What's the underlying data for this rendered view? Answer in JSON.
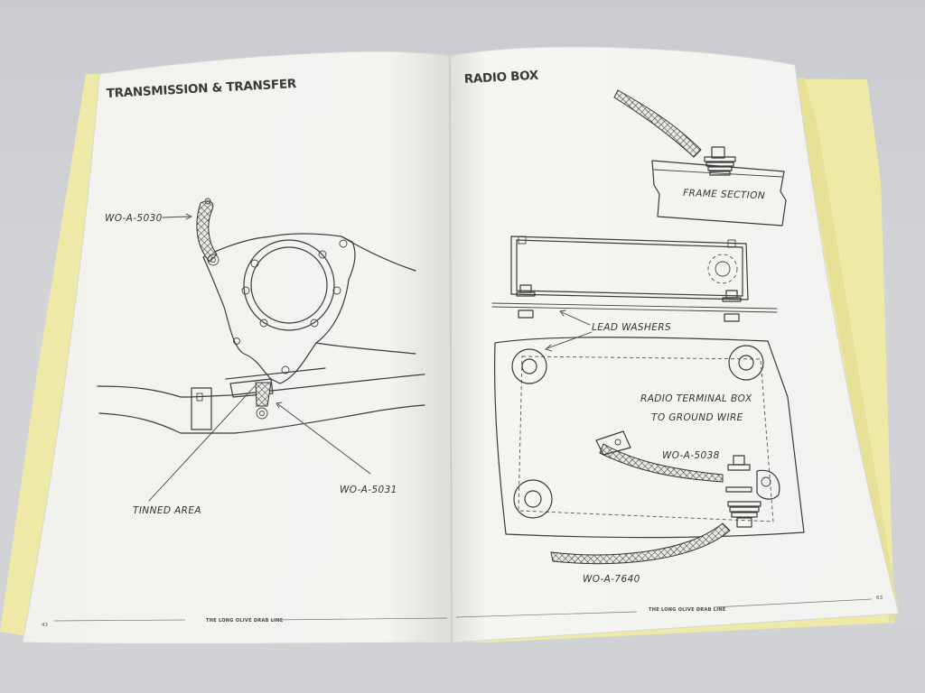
{
  "book": {
    "left_page": {
      "heading": "TRANSMISSION & TRANSFER",
      "labels": {
        "strap_top": "WO-A-5030",
        "strap_bottom": "WO-A-5031",
        "tinned_area": "TINNED AREA"
      },
      "page_number": "43",
      "footer": "THE LONG OLIVE DRAB LINE"
    },
    "right_page": {
      "heading": "RADIO BOX",
      "labels": {
        "frame_section": "FRAME SECTION",
        "lead_washers": "LEAD WASHERS",
        "terminal_line1": "RADIO TERMINAL BOX",
        "terminal_line2": "TO GROUND WIRE",
        "strap_short": "WO-A-5038",
        "strap_long": "WO-A-7640"
      },
      "page_number": "63",
      "footer": "THE LONG OLIVE DRAB LINE"
    },
    "colors": {
      "table": "#cfd1d5",
      "page": "#f4f4f1",
      "yellow_cover": "#efe9a8",
      "ink": "#3a3a3a"
    }
  }
}
